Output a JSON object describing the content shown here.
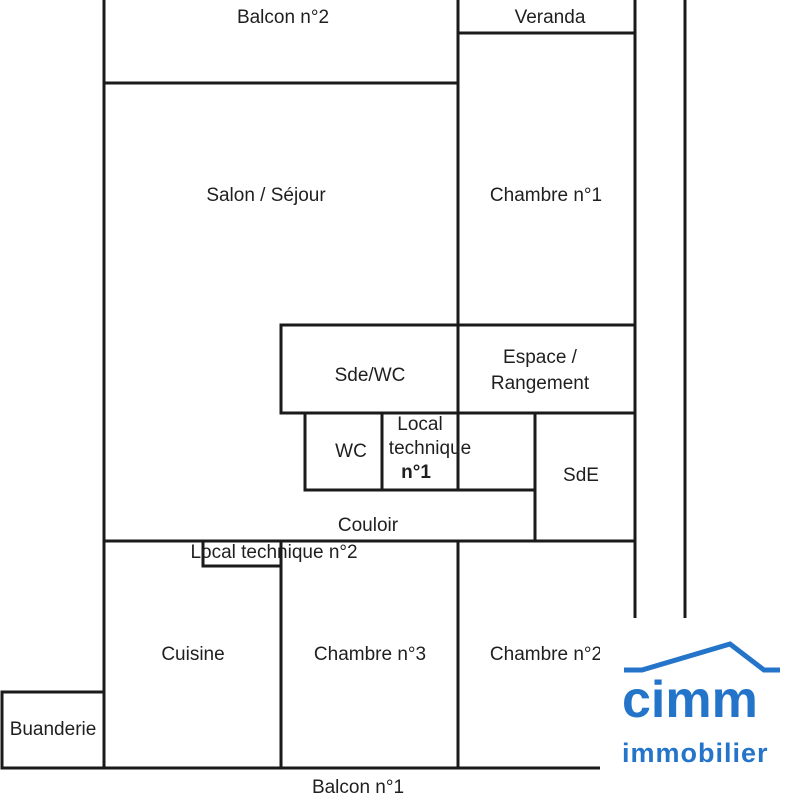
{
  "plan": {
    "rooms": {
      "balcon_2": "Balcon n°2",
      "veranda": "Veranda",
      "salon_sejour": "Salon / Séjour",
      "chambre_1": "Chambre n°1",
      "sde_wc": "Sde/WC",
      "espace_rangement_line1": "Espace /",
      "espace_rangement_line2": "Rangement",
      "wc": "WC",
      "local_tech_1_line1": "Local",
      "local_tech_1_line2": "technique",
      "local_tech_1_line3": "n°1",
      "sde": "SdE",
      "couloir": "Couloir",
      "local_tech_2": "Local technique n°2",
      "cuisine": "Cuisine",
      "chambre_3": "Chambre n°3",
      "chambre_2": "Chambre n°2",
      "buanderie": "Buanderie",
      "balcon_1": "Balcon n°1"
    }
  },
  "logo": {
    "name": "cimm",
    "subtitle": "immobilier",
    "color": "#2475c9"
  }
}
